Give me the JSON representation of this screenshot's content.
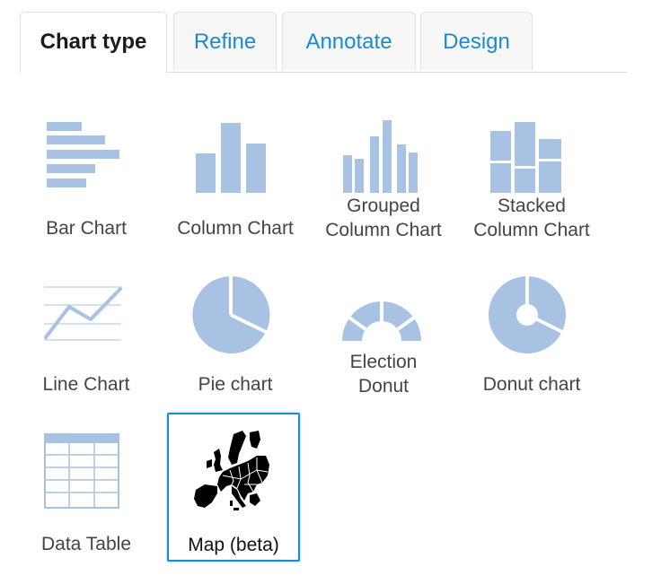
{
  "tabs": [
    {
      "label": "Chart type",
      "active": true
    },
    {
      "label": "Refine",
      "active": false
    },
    {
      "label": "Annotate",
      "active": false
    },
    {
      "label": "Design",
      "active": false
    }
  ],
  "chart_types": [
    {
      "label": "Bar Chart",
      "icon": "bar-chart-icon"
    },
    {
      "label": "Column Chart",
      "icon": "column-chart-icon"
    },
    {
      "label": "Grouped\nColumn Chart",
      "icon": "grouped-column-chart-icon"
    },
    {
      "label": "Stacked\nColumn Chart",
      "icon": "stacked-column-chart-icon"
    },
    {
      "label": "Line Chart",
      "icon": "line-chart-icon"
    },
    {
      "label": "Pie chart",
      "icon": "pie-chart-icon"
    },
    {
      "label": "Election\nDonut",
      "icon": "election-donut-icon"
    },
    {
      "label": "Donut chart",
      "icon": "donut-chart-icon"
    },
    {
      "label": "Data Table",
      "icon": "data-table-icon"
    },
    {
      "label": "Map (beta)",
      "icon": "europe-map-icon",
      "selected": true
    }
  ],
  "colors": {
    "accent": "#1a8ad3",
    "icon_fill": "#a7c2e2",
    "map_fill": "#000000"
  }
}
